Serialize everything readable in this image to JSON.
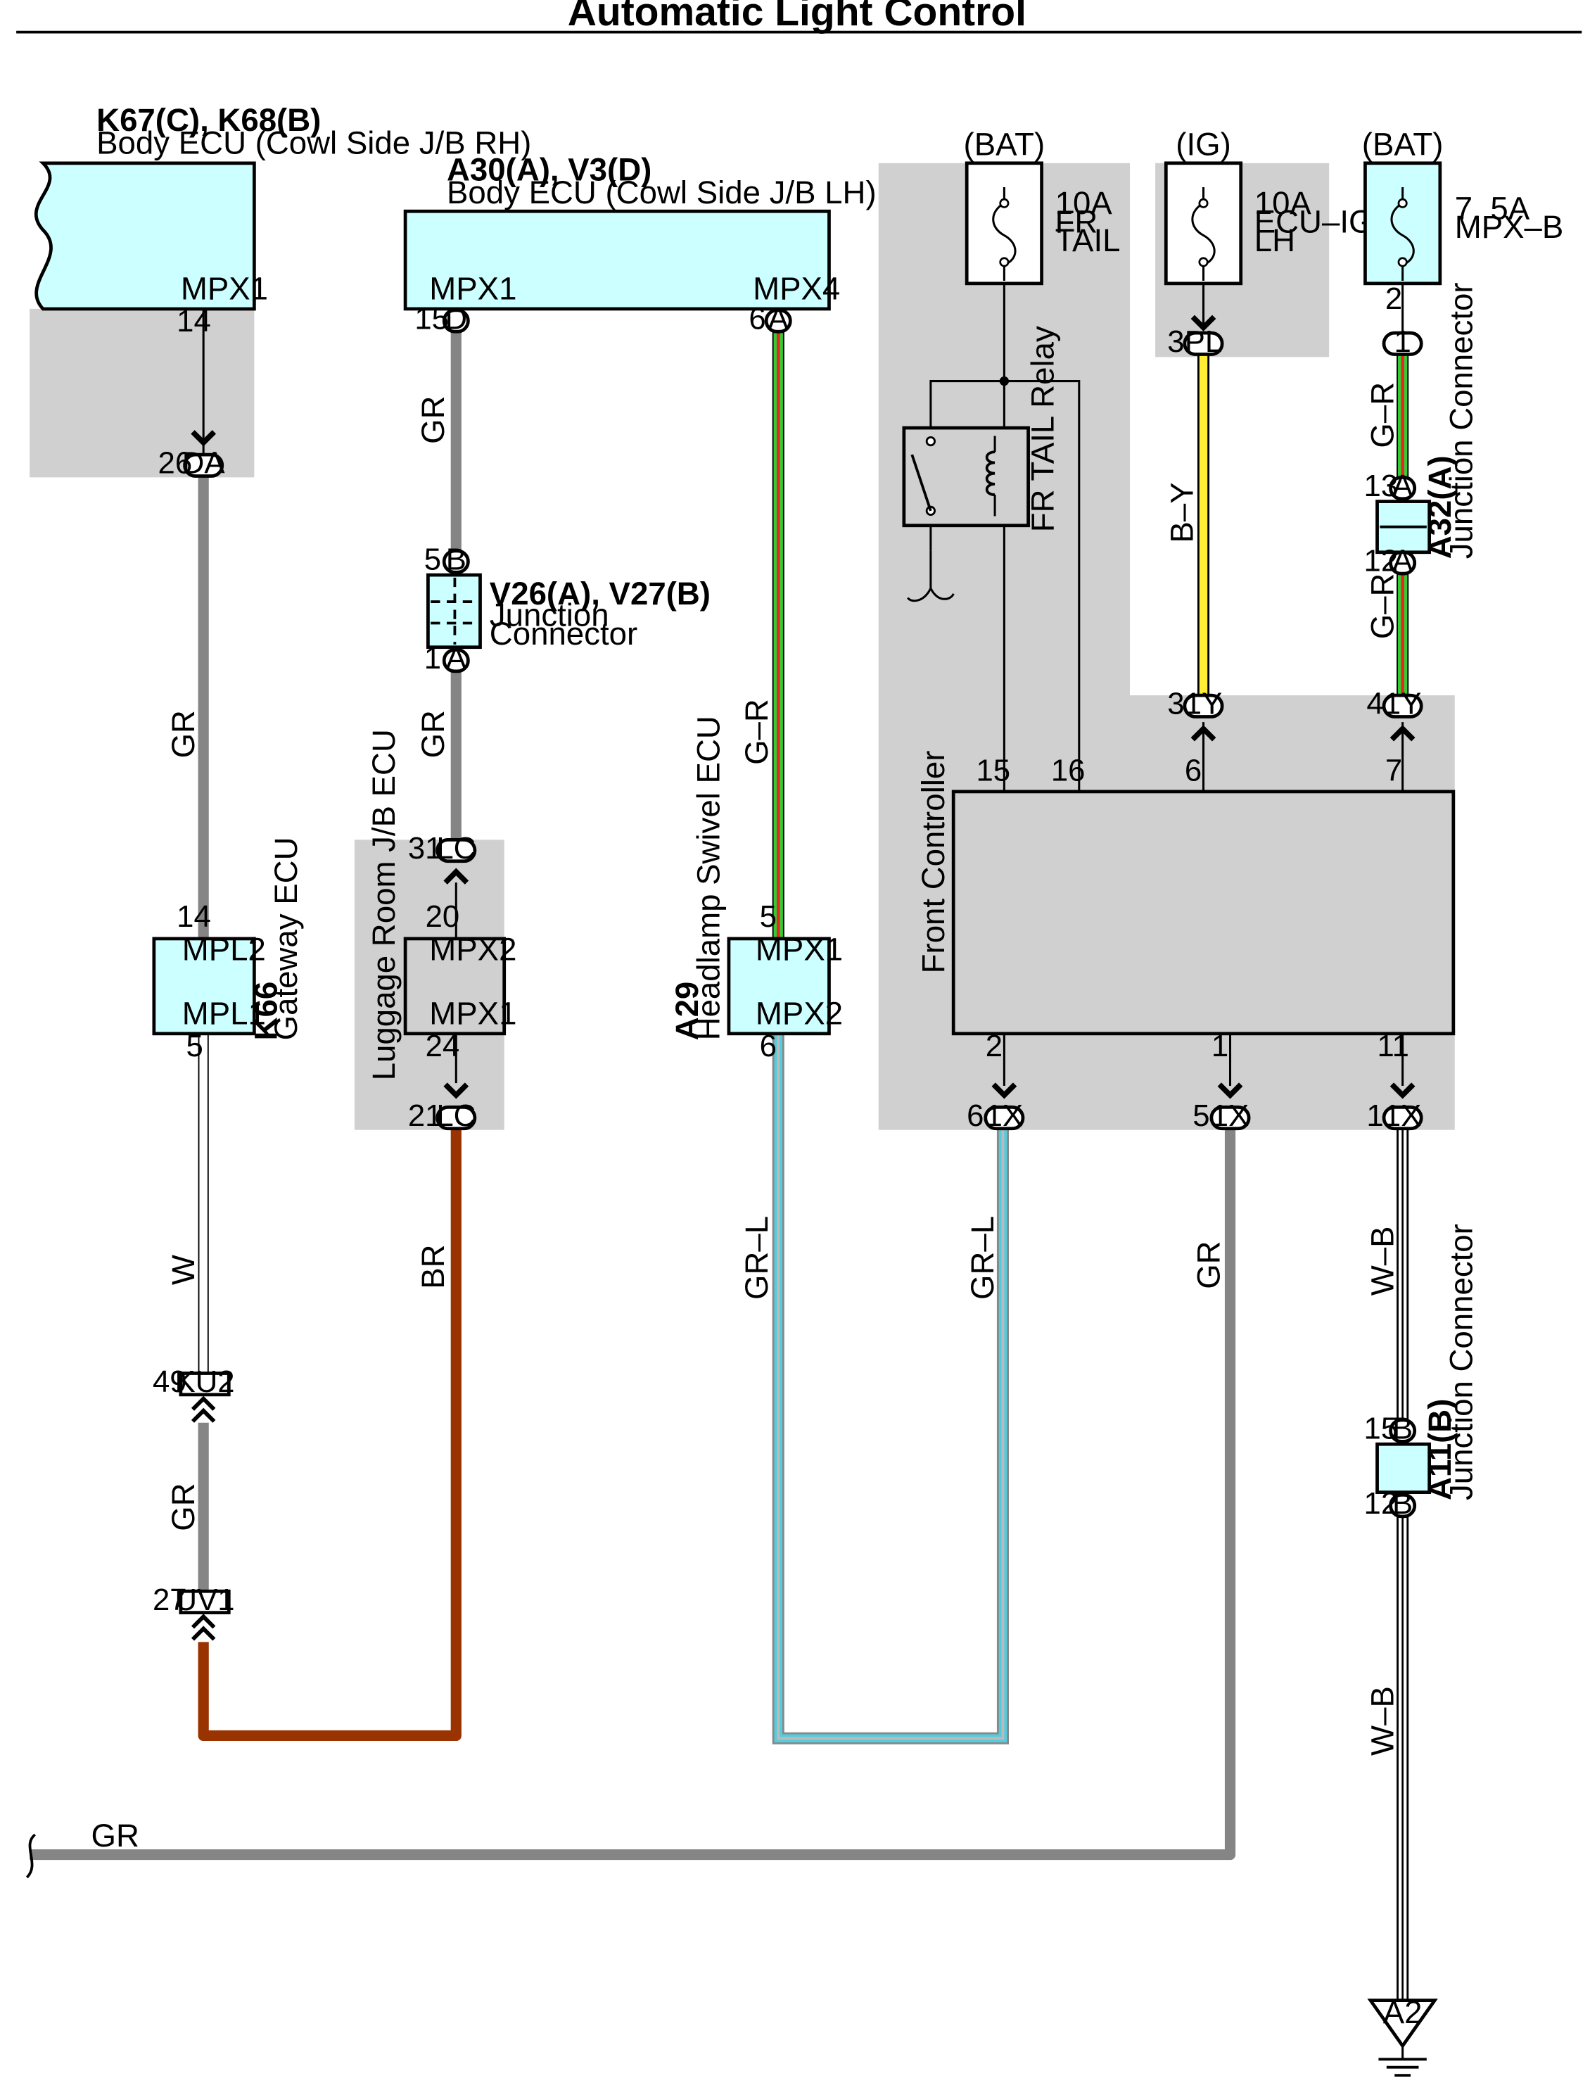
{
  "title": "Automatic Light Control",
  "colors": {
    "shade": "#d0d0d0",
    "ecu_fill": "#ccffff",
    "gray_wire": "#858585",
    "brown_wire": "#993300",
    "green_wire": "#33cc33",
    "red_wire": "#ee2222",
    "yellow_wire": "#ffee33",
    "cyan_wire": "#55ccdd",
    "black": "#000000"
  },
  "components": {
    "k67": {
      "code": "K67(C), K68(B)",
      "name": "Body ECU (Cowl Side J/B RH)",
      "terminal": "MPX1"
    },
    "a30": {
      "code": "A30(A), V3(D)",
      "name": "Body ECU (Cowl Side J/B LH)",
      "terminal_left": "MPX1",
      "terminal_right": "MPX4"
    },
    "k66": {
      "code": "K66",
      "name": "Gateway ECU",
      "top_terminal": "MPL2",
      "bottom_terminal": "MPL1"
    },
    "v26": {
      "code": "V26(A), V27(B)",
      "name_line1": "Junction",
      "name_line2": "Connector"
    },
    "luggage": {
      "name": "Luggage Room J/B ECU",
      "top_terminal": "MPX2",
      "bottom_terminal": "MPX1"
    },
    "a29": {
      "code": "A29",
      "name": "Headlamp Swivel ECU",
      "top_terminal": "MPX1",
      "bottom_terminal": "MPX2"
    },
    "front": {
      "name": "Front Controller"
    },
    "relay": {
      "name": "FR TAIL Relay"
    },
    "a32": {
      "code": "A32(A)",
      "name": "Junction Connector"
    },
    "a11": {
      "code": "A11(B)",
      "name": "Junction Connector"
    },
    "ground": {
      "code": "A2"
    }
  },
  "fuses": [
    {
      "source": "(BAT)",
      "line1": "10A",
      "line2": "FR",
      "line3": "TAIL"
    },
    {
      "source": "(IG)",
      "line1": "10A",
      "line2": "ECU–IG",
      "line3": "LH"
    },
    {
      "source": "(BAT)",
      "line1": "7. 5A",
      "line2": "MPX–B",
      "line3": ""
    }
  ],
  "connectors": {
    "da": {
      "label": "DA",
      "pin": "26"
    },
    "d": {
      "label": "D",
      "pin": "15"
    },
    "a30a": {
      "label": "A",
      "pin": "6"
    },
    "v26b": {
      "label": "B",
      "pin": "5"
    },
    "v26a": {
      "label": "A",
      "pin": "1"
    },
    "lc_top": {
      "label": "LC",
      "pin": "31"
    },
    "lc_bottom": {
      "label": "LC",
      "pin": "21"
    },
    "pl": {
      "label": "PL",
      "pin": "3"
    },
    "mpxb": {
      "label": "1",
      "pin": "2"
    },
    "a32_top": {
      "label": "A",
      "pin": "13"
    },
    "a32_bottom": {
      "label": "A",
      "pin": "12"
    },
    "y1_left": {
      "label": "1Y",
      "pin": "3"
    },
    "y1_right": {
      "label": "1Y",
      "pin": "4"
    },
    "x1_a": {
      "label": "1X",
      "pin": "6"
    },
    "x1_b": {
      "label": "1X",
      "pin": "5"
    },
    "x1_c": {
      "label": "1X",
      "pin": "1"
    },
    "ku2": {
      "label": "KU2",
      "pin": "49"
    },
    "uv1": {
      "label": "UV1",
      "pin": "27"
    },
    "a11_top": {
      "label": "B",
      "pin": "15"
    },
    "a11_bottom": {
      "label": "B",
      "pin": "12"
    }
  },
  "pins": {
    "k67_mpx1": "14",
    "k66_mpl2": "14",
    "k66_mpl1": "5",
    "lug_mpx2": "20",
    "lug_mpx1": "24",
    "a29_mpx1": "5",
    "a29_mpx2": "6",
    "fc_15": "15",
    "fc_16": "16",
    "fc_6": "6",
    "fc_7": "7",
    "fc_2": "2",
    "fc_1": "1",
    "fc_11": "11"
  },
  "wire_labels": {
    "k67_gr": "GR",
    "k66_w": "W",
    "k66_gr": "GR",
    "a30_gr1": "GR",
    "a30_gr2": "GR",
    "lug_br": "BR",
    "a30_gr_upper": "G–R",
    "a29_grl": "GR–L",
    "x1_grl": "GR–L",
    "x1_gr": "GR",
    "by": "B–Y",
    "gr_top": "G–R",
    "gr_mid": "G–R",
    "wb_top": "W–B",
    "wb_bottom": "W–B",
    "bottom_gr": "GR"
  }
}
